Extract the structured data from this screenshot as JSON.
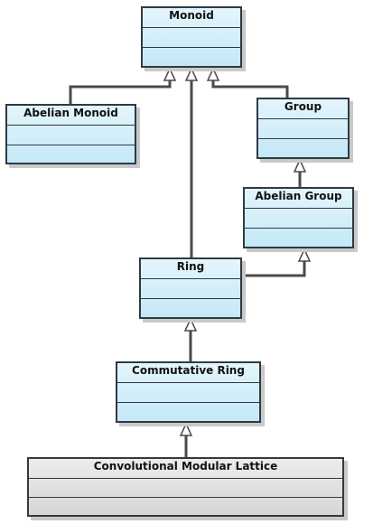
{
  "diagram": {
    "type": "uml-class-hierarchy",
    "fill_colors": {
      "class": "#c8eaf8",
      "highlight": "#d9d9d9",
      "border": "#2f3a44",
      "arrow": "#4a4a4a"
    },
    "classes": {
      "monoid": "Monoid",
      "abelian_monoid": "Abelian Monoid",
      "group": "Group",
      "abelian_group": "Abelian Group",
      "ring": "Ring",
      "commutative_ring": "Commutative Ring",
      "convolutional_modular_lattice": "Convolutional Modular Lattice"
    },
    "generalizations": [
      {
        "child": "Abelian Monoid",
        "parent": "Monoid"
      },
      {
        "child": "Ring",
        "parent": "Monoid"
      },
      {
        "child": "Group",
        "parent": "Monoid"
      },
      {
        "child": "Abelian Group",
        "parent": "Group"
      },
      {
        "child": "Ring",
        "parent": "Abelian Group"
      },
      {
        "child": "Commutative Ring",
        "parent": "Ring"
      },
      {
        "child": "Convolutional Modular Lattice",
        "parent": "Commutative Ring"
      }
    ]
  }
}
